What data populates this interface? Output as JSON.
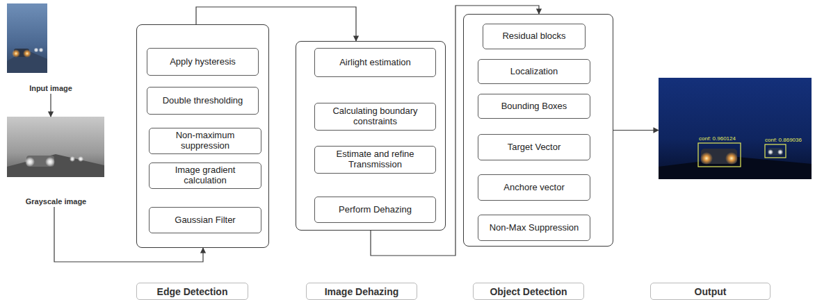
{
  "diagram": {
    "nodes": [
      {
        "text": [
          "Input image"
        ]
      },
      {
        "text": [
          "Grayscale image"
        ]
      },
      {
        "text": []
      },
      {
        "text": [
          "Apply hysteresis"
        ],
        "in": 2
      },
      {
        "text": [
          "Double thresholding"
        ],
        "in": 2
      },
      {
        "text": [
          "Non-maximum suppression"
        ],
        "in": 2
      },
      {
        "text": [
          "Image gradient calculation"
        ],
        "in": 2
      },
      {
        "text": [
          "Gaussian Filter"
        ],
        "in": 2
      },
      {
        "text": []
      },
      {
        "text": [
          "Airlight estimation"
        ],
        "in": 8
      },
      {
        "text": [
          "Calculating boundary constraints"
        ],
        "in": 8
      },
      {
        "text": [
          "Estimate and refine Transmission"
        ],
        "in": 8
      },
      {
        "text": [
          "Perform Dehazing"
        ],
        "in": 8
      },
      {
        "text": []
      },
      {
        "text": [
          "Residual blocks"
        ],
        "in": 13
      },
      {
        "text": [
          "Localization"
        ],
        "in": 13
      },
      {
        "text": [
          "Bounding Boxes"
        ],
        "in": 13
      },
      {
        "text": [
          "Target Vector"
        ],
        "in": 13
      },
      {
        "text": [
          "Anchore vector"
        ],
        "in": 13
      },
      {
        "text": [
          "Non-Max Suppression"
        ],
        "in": 13
      },
      {
        "text": [
          "conf: 0.960124",
          "conf: 0.869036"
        ]
      },
      {
        "text": [
          "Edge Detection"
        ]
      },
      {
        "text": [
          "Image Dehazing"
        ]
      },
      {
        "text": [
          "Object Detection"
        ]
      },
      {
        "text": [
          "Output"
        ]
      }
    ],
    "edges": [
      {
        "from": 0,
        "to": 1,
        "arrow": "to"
      },
      {
        "from": 1,
        "to": 2,
        "arrow": "to"
      },
      {
        "from": 2,
        "to": 8,
        "arrow": "to"
      },
      {
        "from": 8,
        "to": 13,
        "arrow": "to"
      },
      {
        "from": 13,
        "to": 20,
        "arrow": "to"
      }
    ]
  }
}
